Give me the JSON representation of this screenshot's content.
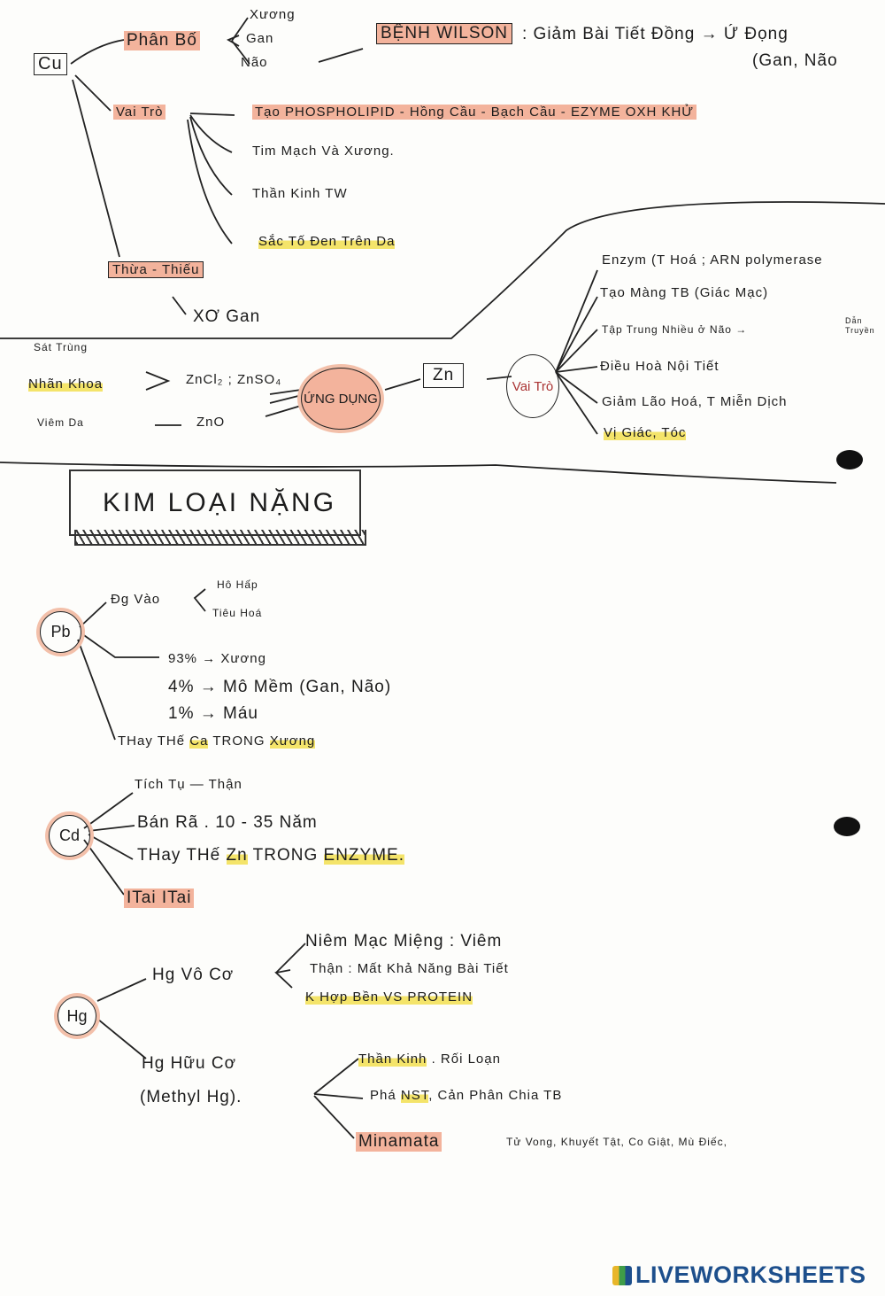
{
  "cu": {
    "node": "Cu",
    "phan_bo": {
      "label": "Phân Bố",
      "items": [
        "Xương",
        "Gan",
        "Não"
      ]
    },
    "wilson": {
      "label": "BỆNH WILSON",
      "desc": ": Giảm Bài Tiết Đồng → Ứ Đọng",
      "desc2": "(Gan, Não"
    },
    "vai_tro": {
      "label": "Vai Trò",
      "items": [
        "Tạo PHOSPHOLIPID - Hồng Cầu - Bạch Cầu - EZYME OXH KHỬ",
        "Tim Mạch Và Xương.",
        "Thần Kinh TW",
        "Sắc Tố Đen Trên Da"
      ]
    },
    "thua_thieu": {
      "label": "Thừa - Thiếu",
      "item": "XƠ Gan"
    }
  },
  "zn": {
    "node": "Zn",
    "ung_dung": {
      "label": "ỨNG DỤNG",
      "items": [
        {
          "left": "Sát Trùng",
          "mid": ""
        },
        {
          "left": "Nhãn Khoa",
          "mid": "ZnCl₂ ; ZnSO₄"
        },
        {
          "left": "Viêm Da",
          "mid": "ZnO"
        }
      ]
    },
    "vai_tro": {
      "label": "Vai Trò",
      "items": [
        "Enzym (T Hoá ; ARN polymerase",
        "Tạo Màng TB (Giác Mạc)",
        "Tập Trung Nhiều ở Não →",
        "Điều Hoà Nội Tiết",
        "Giảm Lão Hoá, T Miễn Dịch",
        "Vị Giác, Tóc"
      ],
      "dan_truyen": [
        "Dẫn",
        "Truyền"
      ]
    }
  },
  "title": "KIM LOẠI NẶNG",
  "pb": {
    "node": "Pb",
    "duong_vao": {
      "label": "Đg Vào",
      "items": [
        "Hô Hấp",
        "Tiêu Hoá"
      ]
    },
    "phan_bo": [
      "93% → Xương",
      "4% → Mô Mềm (Gan, Não)",
      "1% → Máu"
    ],
    "thay_the": [
      "THay THế",
      "Ca",
      "TRONG",
      "Xương"
    ]
  },
  "cd": {
    "node": "Cd",
    "items": [
      "Tích Tụ — Thận",
      "Bán Rã . 10 - 35 Năm"
    ],
    "thay_the": [
      "THay THế",
      "Zn",
      "TRONG",
      "ENZYME."
    ],
    "itai": "ITai ITai"
  },
  "hg": {
    "node": "Hg",
    "vo_co": {
      "label": "Hg Vô Cơ",
      "items": [
        "Niêm Mạc Miệng : Viêm",
        "Thận : Mất Khả Năng Bài Tiết",
        "K Hợp Bền VS PROTEIN"
      ]
    },
    "huu_co": {
      "label": "Hg Hữu Cơ",
      "label2": "(Methyl Hg).",
      "than_kinh": "Thần Kinh",
      "than_kinh_desc": ". Rối Loạn",
      "nst": [
        "Phá",
        "NST",
        ", Cản Phân Chia TB"
      ],
      "minamata": "Minamata",
      "minamata_desc": "Tử Vong, Khuyết Tật, Co Giật, Mù Điếc,"
    }
  },
  "brand": "LIVEWORKSHEETS"
}
